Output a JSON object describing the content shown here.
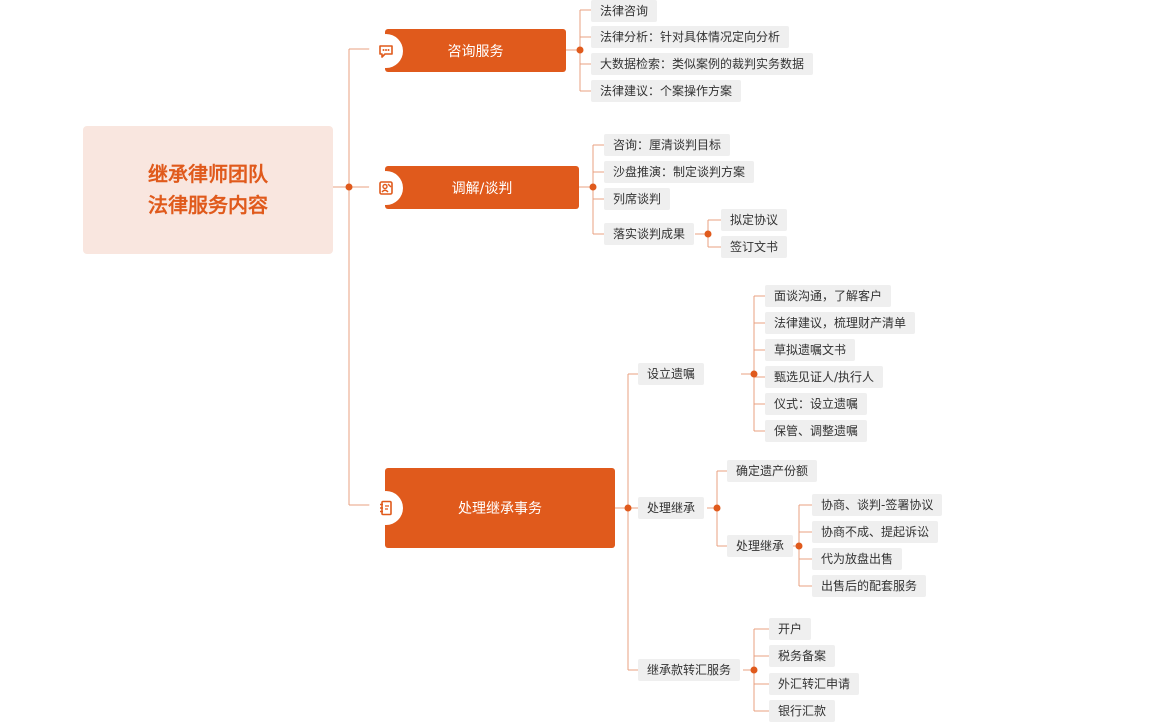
{
  "root": {
    "line1": "继承律师团队",
    "line2": "法律服务内容"
  },
  "colors": {
    "accent": "#e05a1c",
    "root_bg": "#f9e6df",
    "leaf_bg": "#efefef",
    "line": "#e8a080"
  },
  "branches": {
    "consult": {
      "label": "咨询服务",
      "icon": "chat-bubble-icon",
      "items": [
        "法律咨询",
        "法律分析：针对具体情况定向分析",
        "大数据检索：类似案例的裁判实务数据",
        "法律建议：个案操作方案"
      ]
    },
    "mediation": {
      "label": "调解/谈判",
      "icon": "person-document-icon",
      "items": [
        "咨询：厘清谈判目标",
        "沙盘推演：制定谈判方案",
        "列席谈判",
        "落实谈判成果"
      ],
      "sub": [
        "拟定协议",
        "签订文书"
      ]
    },
    "inherit": {
      "label": "处理继承事务",
      "icon": "notebook-icon",
      "will": {
        "label": "设立遗嘱",
        "items": [
          "面谈沟通，了解客户",
          "法律建议，梳理财产清单",
          "草拟遗嘱文书",
          "甄选见证人/执行人",
          "仪式：设立遗嘱",
          "保管、调整遗嘱"
        ]
      },
      "handle": {
        "label": "处理继承",
        "share": "确定遗产份额",
        "sub_label": "处理继承",
        "items": [
          "协商、谈判-签署协议",
          "协商不成、提起诉讼",
          "代为放盘出售",
          "出售后的配套服务"
        ]
      },
      "transfer": {
        "label": "继承款转汇服务",
        "items": [
          "开户",
          "税务备案",
          "外汇转汇申请",
          "银行汇款"
        ]
      }
    }
  }
}
